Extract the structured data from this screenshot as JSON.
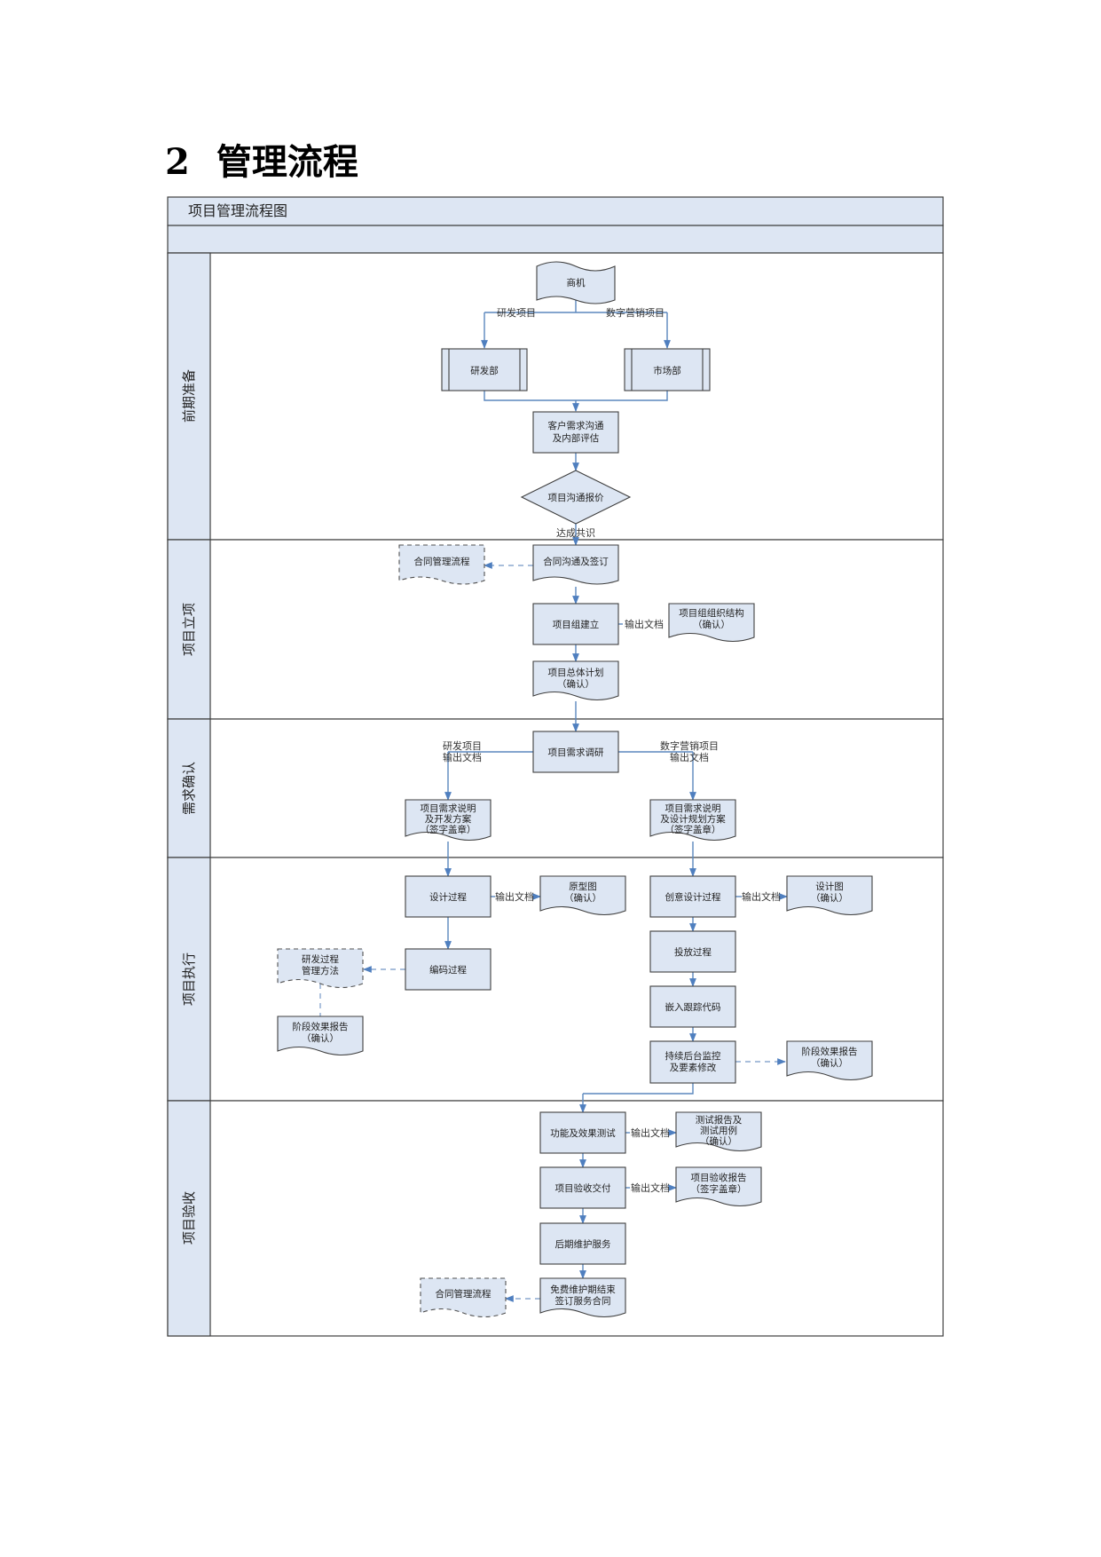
{
  "heading": {
    "number": "2",
    "title": "管理流程"
  },
  "diagram": {
    "title": "项目管理流程图",
    "lanes": {
      "l1": "前期准备",
      "l2": "项目立项",
      "l3": "需求确认",
      "l4": "项目执行",
      "l5": "项目验收"
    },
    "nodes": {
      "shangji": "商机",
      "yanfabu": "研发部",
      "shichangbu": "市场部",
      "kehu_a": "客户需求沟通",
      "kehu_b": "及内部评估",
      "baojia": "项目沟通报价",
      "hetong_left": "合同管理流程",
      "hetong_sign": "合同沟通及签订",
      "xmz_jianli": "项目组建立",
      "xmz_jg_a": "项目组组织结构",
      "xmz_jg_b": "（确认）",
      "zongti_a": "项目总体计划",
      "zongti_b": "（确认）",
      "diaoyan": "项目需求调研",
      "sm_l_a": "项目需求说明",
      "sm_l_b": "及开发方案",
      "sm_l_c": "（签字盖章）",
      "sm_r_a": "项目需求说明",
      "sm_r_b": "及设计规划方案",
      "sm_r_c": "（签字盖章）",
      "sheji_guocheng": "设计过程",
      "yuanxing_a": "原型图",
      "yuanxing_b": "（确认）",
      "chuangyi": "创意设计过程",
      "shejitu_a": "设计图",
      "shejitu_b": "（确认）",
      "bianma": "编码过程",
      "yf_ff_a": "研发过程",
      "yf_ff_b": "管理方法",
      "toufang": "投放过程",
      "qianru": "嵌入跟踪代码",
      "jd_l_a": "阶段效果报告",
      "jd_l_b": "（确认）",
      "jiankong_a": "持续后台监控",
      "jiankong_b": "及要素修改",
      "jd_r_a": "阶段效果报告",
      "jd_r_b": "（确认）",
      "ceshi": "功能及效果测试",
      "csbg_a": "测试报告及",
      "csbg_b": "测试用例",
      "csbg_c": "（确认）",
      "yanshou": "项目验收交付",
      "ysbg_a": "项目验收报告",
      "ysbg_b": "（签字盖章）",
      "weihu": "后期维护服务",
      "mianfei_a": "免费维护期结束",
      "mianfei_b": "签订服务合同",
      "hetong_bottom": "合同管理流程"
    },
    "edge_labels": {
      "yanfa_xm": "研发项目",
      "shuzi_xm": "数字营销项目",
      "dacheng": "达成共识",
      "out1": "输出文档",
      "yf_out_a": "研发项目",
      "yf_out_b": "输出文档",
      "sz_out_a": "数字营销项目",
      "sz_out_b": "输出文档",
      "out2": "输出文档",
      "out3": "输出文档",
      "out4": "输出文档",
      "out5": "输出文档"
    }
  }
}
